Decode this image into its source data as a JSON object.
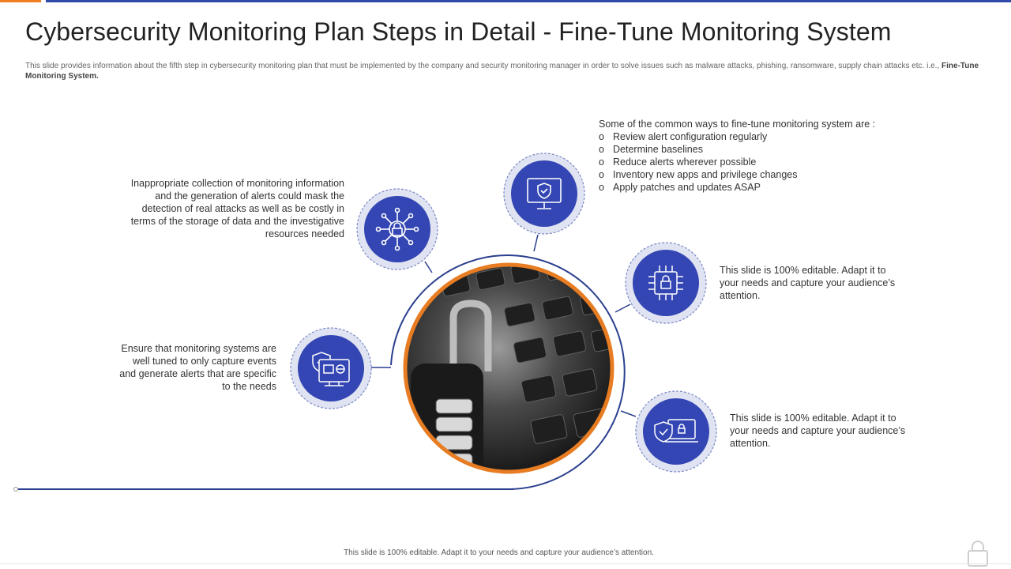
{
  "colors": {
    "accent_orange": "#EE7D1E",
    "accent_blue": "#2F4AA8",
    "icon_circle": "#3346B3",
    "icon_ring": "#C5CDEA",
    "line_blue": "#2A3F8F"
  },
  "title": "Cybersecurity Monitoring Plan Steps in Detail - Fine-Tune Monitoring System",
  "subtitle": {
    "text": "This slide provides information about the fifth step in cybersecurity monitoring plan that must be implemented  by the company and security monitoring manager in order to solve issues such as malware attacks, phishing, ransomware, supply chain attacks etc. i.e., ",
    "emphasis": "Fine-Tune Monitoring System."
  },
  "blocks": {
    "inappropriate": "Inappropriate  collection of monitoring information and the generation of alerts could mask the detection of real attacks as well as be costly in terms of the storage of data and the investigative  resources needed",
    "ensure": "Ensure that monitoring systems are well tuned to only capture events and generate alerts that are specific to the needs",
    "tips_heading": "Some of the common ways to fine-tune  monitoring system are :",
    "tips_bullet": "o",
    "tips": [
      "Review  alert configuration regularly",
      "Determine baselines",
      "Reduce alerts wherever  possible",
      "Inventory  new apps and privilege  changes",
      "Apply patches and updates ASAP"
    ],
    "editable_1": "This slide is 100% editable. Adapt it to your needs and capture your audience’s attention.",
    "editable_2": "This slide is 100% editable. Adapt it to your needs and capture your audience’s attention."
  },
  "icons": [
    "network-lock-icon",
    "monitor-shield-icon",
    "chip-lock-icon",
    "laptop-shield-icon",
    "shield-card-icon",
    "padlock-photo"
  ],
  "footer": "This slide is 100% editable.  Adapt it to your needs and capture your audience’s attention."
}
